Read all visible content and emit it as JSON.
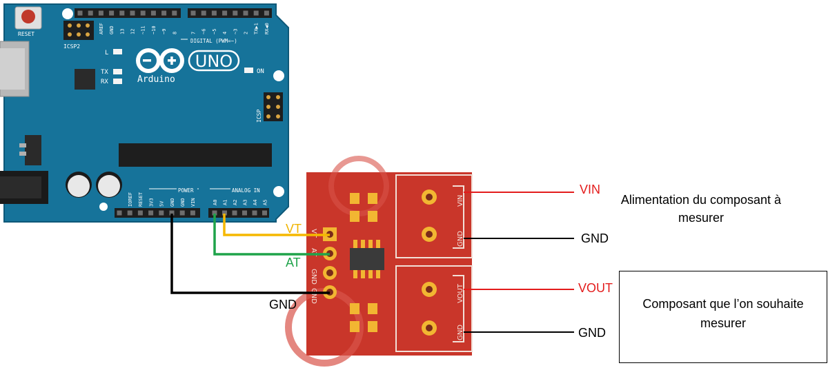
{
  "colors": {
    "board": "#16739A",
    "board_edge": "#0E5878",
    "module": "#C9362A",
    "wire_vt": "#F5B800",
    "wire_at": "#1FA34A",
    "wire_gnd": "#000000",
    "power_line": "#E31B1B",
    "label_red": "#E31B1B",
    "label_yellow": "#F0B400",
    "label_green": "#1FA34A"
  },
  "arduino": {
    "reset_label": "RESET",
    "icsp2_label": "ICSP2",
    "icsp_label": "ICSP",
    "brand": "Arduino",
    "model": "UNO",
    "led_l": "L",
    "led_tx": "TX",
    "led_rx": "RX",
    "led_on": "ON",
    "digital_header_label": "DIGITAL (PWM=~)",
    "digital_pins": [
      "AREF",
      "GND",
      "13",
      "12",
      "~11",
      "~10",
      "~9",
      "8",
      "7",
      "~6",
      "~5",
      "4",
      "~3",
      "2",
      "TX▶1",
      "RX◀0"
    ],
    "power_header_label": "POWER",
    "power_pins": [
      "IOREF",
      "RESET",
      "3V3",
      "5V",
      "GND",
      "GND",
      "VIN"
    ],
    "analog_header_label": "ANALOG IN",
    "analog_pins": [
      "A0",
      "A1",
      "A2",
      "A3",
      "A4",
      "A5"
    ]
  },
  "module": {
    "pin_labels": [
      "VT",
      "AT",
      "GND",
      "GND"
    ],
    "terminal_labels": [
      "VIN",
      "GND",
      "VOUT",
      "GND"
    ]
  },
  "labels": {
    "vt": "VT",
    "at": "AT",
    "gnd_arduino": "GND",
    "vin": "VIN",
    "gnd_top": "GND",
    "vout": "VOUT",
    "gnd_bottom": "GND"
  },
  "notes": {
    "alimentation": "Alimentation du composant à mesurer",
    "composant": "Composant que l’on souhaite mesurer"
  }
}
